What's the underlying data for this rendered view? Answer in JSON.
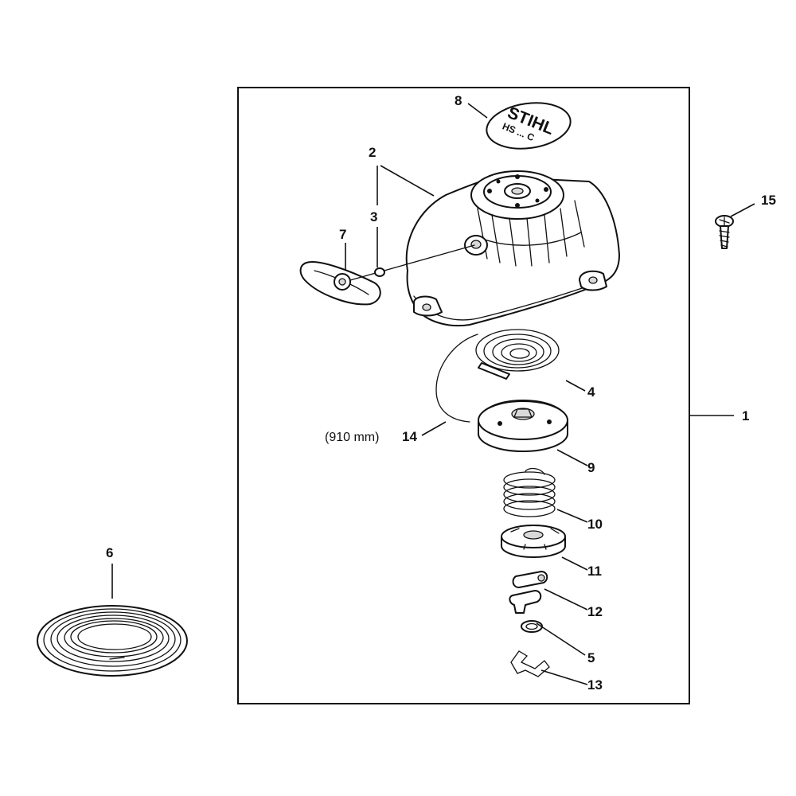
{
  "callouts": {
    "c1": "1",
    "c2": "2",
    "c3": "3",
    "c4": "4",
    "c5": "5",
    "c6": "6",
    "c7": "7",
    "c8": "8",
    "c9": "9",
    "c10": "10",
    "c11": "11",
    "c12": "12",
    "c13": "13",
    "c14": "14",
    "c15": "15"
  },
  "rope_length_note": "(910 mm)",
  "logo": {
    "brand": "STIHL",
    "model": "HS ... C"
  }
}
